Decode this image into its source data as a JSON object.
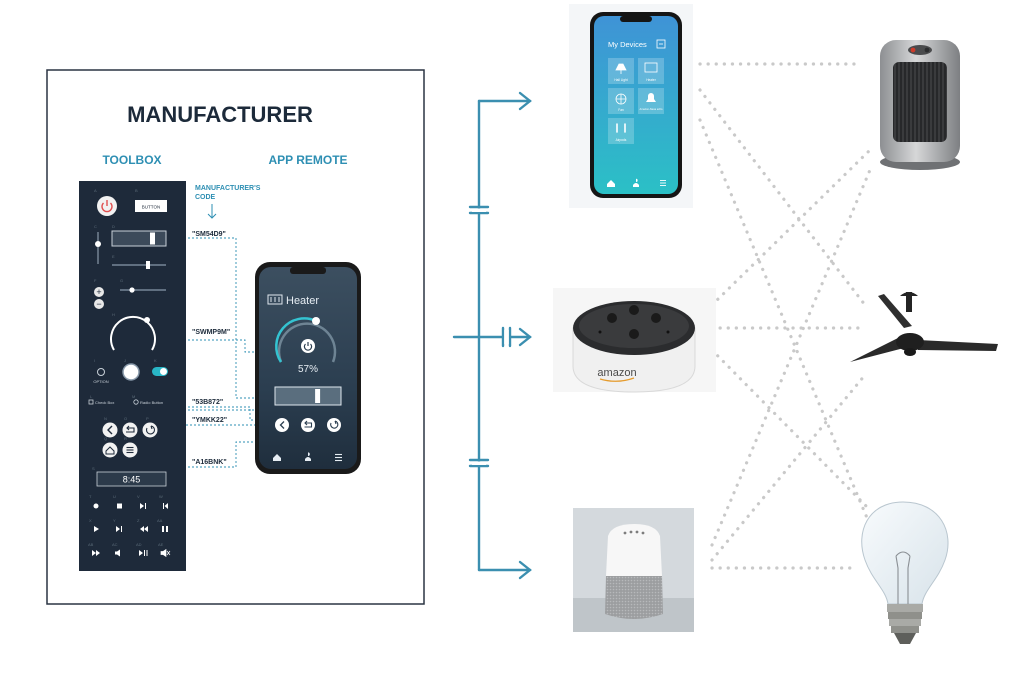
{
  "panel": {
    "title": "MANUFACTURER",
    "toolbox_label": "TOOLBOX",
    "app_remote_label": "APP REMOTE",
    "code_label_line1": "MANUFACTURER'S",
    "code_label_line2": "CODE",
    "codes": [
      "\"SM54D9\"",
      "\"SWMP9M\"",
      "\"53B872\"",
      "\"YMKK22\"",
      "\"A16BNK\""
    ]
  },
  "toolbox": {
    "button_label": "BUTTON",
    "option_label": "OPTION",
    "checkbox_label": "Check Box",
    "radio_label": "Radio Button",
    "time_value": "8:45",
    "letters": [
      "A",
      "B",
      "C",
      "D",
      "E",
      "F",
      "G",
      "H",
      "I",
      "J",
      "K",
      "L",
      "M",
      "N",
      "O",
      "P",
      "Q",
      "R",
      "S",
      "T",
      "U",
      "V",
      "W",
      "X",
      "Y",
      "Z",
      "AA",
      "AB",
      "AC",
      "AD",
      "AE"
    ]
  },
  "heater_app": {
    "title": "Heater",
    "percent": "57%",
    "level": 0.57
  },
  "devices_app": {
    "title": "My Devices",
    "tiles": [
      "Hall Light",
      "Heater",
      "Fan",
      "Amazon Alexa echo",
      "Airpods"
    ]
  },
  "speaker_brand": "amazon",
  "colors": {
    "panel_border": "#2a3442",
    "title": "#1c2a3a",
    "accent": "#2e8fb3",
    "toolbox_bg": "#1e2a3a",
    "dots": "#c9c9c9"
  }
}
